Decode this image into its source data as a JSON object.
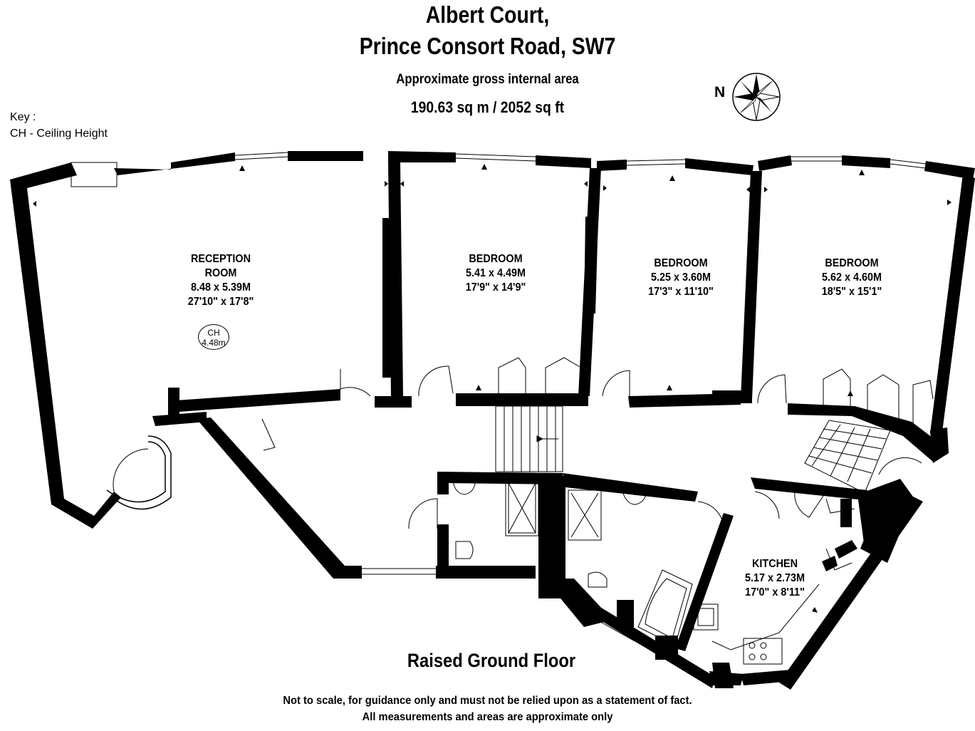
{
  "header": {
    "title_line1": "Albert Court,",
    "title_line2": "Prince Consort Road, SW7",
    "subtitle": "Approximate gross internal area",
    "area": "190.63 sq m /  2052 sq ft"
  },
  "compass": {
    "label": "N"
  },
  "key": {
    "title": "Key :",
    "entry": "CH - Ceiling Height"
  },
  "rooms": [
    {
      "name": "RECEPTION",
      "name2": "ROOM",
      "metric": "8.48 x 5.39M",
      "imperial": "27'10\" x 17'8\""
    },
    {
      "name": "BEDROOM",
      "metric": "5.41 x 4.49M",
      "imperial": "17'9\" x 14'9\""
    },
    {
      "name": "BEDROOM",
      "metric": "5.25 x 3.60M",
      "imperial": "17'3\" x 11'10\""
    },
    {
      "name": "BEDROOM",
      "metric": "5.62 x 4.60M",
      "imperial": "18'5\" x 15'1\""
    },
    {
      "name": "KITCHEN",
      "metric": "5.17 x 2.73M",
      "imperial": "17'0\" x 8'11\""
    }
  ],
  "ceiling_marker": {
    "label": "CH",
    "value": "4.48m"
  },
  "floor_label": "Raised Ground Floor",
  "disclaimer": {
    "line1": "Not to scale, for guidance only and must not be relied upon as a statement of fact.",
    "line2": "All measurements and areas are approximate only"
  },
  "colors": {
    "wall": "#000000",
    "background": "#ffffff",
    "fixture": "#000000"
  }
}
